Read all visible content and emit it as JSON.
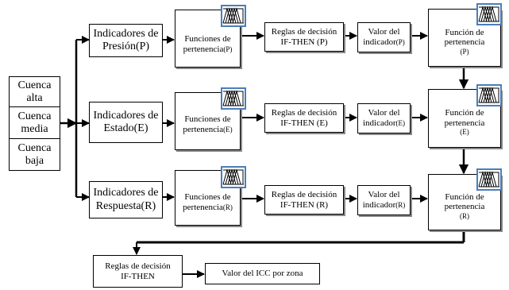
{
  "cuenca": {
    "alta": "Cuenca alta",
    "media": "Cuenca media",
    "baja": "Cuenca baja"
  },
  "rows": [
    {
      "indicadores": [
        "Indicadores de",
        "Presión(P)"
      ],
      "funciones": [
        "Funciones de",
        "pertenencia",
        "(P)"
      ],
      "reglas": [
        "Reglas de decisión",
        "IF-THEN  (P)"
      ],
      "valor": [
        "Valor  del",
        "indicador",
        "(P)"
      ],
      "funcion": [
        "Función de",
        "pertenencia",
        "(P)"
      ]
    },
    {
      "indicadores": [
        "Indicadores de",
        "Estado(E)"
      ],
      "funciones": [
        "Funciones de",
        "pertenencia",
        "(E)"
      ],
      "reglas": [
        "Reglas de decisión",
        "IF-THEN  (E)"
      ],
      "valor": [
        "Valor  del",
        "indicador",
        "(E)"
      ],
      "funcion": [
        "Función de",
        "pertenencia",
        "(E)"
      ]
    },
    {
      "indicadores": [
        "Indicadores de",
        "Respuesta(R)"
      ],
      "funciones": [
        "Funciones de",
        "pertenencia",
        "(R)"
      ],
      "reglas": [
        "Reglas de decisión",
        "IF-THEN  (R)"
      ],
      "valor": [
        "Valor  del",
        "indicador",
        "(R)"
      ],
      "funcion": [
        "Función de",
        "pertenencia",
        "(R)"
      ]
    }
  ],
  "final": {
    "reglas": [
      "Reglas de decisión",
      "IF-THEN"
    ],
    "valor": "Valor del ICC por zona"
  },
  "colors": {
    "icon_border": "#4a7ebb",
    "line": "#000000"
  },
  "icon_name": "membership-function-icon"
}
